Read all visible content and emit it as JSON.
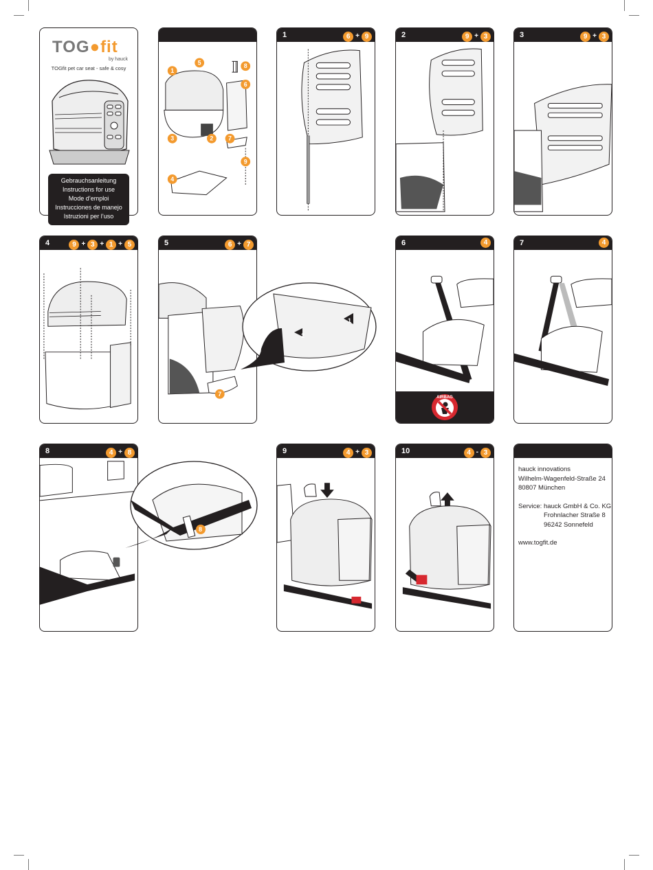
{
  "document": {
    "brand": {
      "logo_left": "TOG",
      "logo_right": "fit",
      "by": "by hauck",
      "tagline": "TOGfit pet car seat - safe & cosy"
    },
    "languages": [
      "Gebrauchsanleitung",
      "Instructions for use",
      "Mode d’emploi",
      "Instrucciones de manejo",
      "Istruzioni per l’uso"
    ],
    "parts_panel": {
      "labels": [
        "1",
        "2",
        "3",
        "4",
        "5",
        "6",
        "7",
        "8",
        "9"
      ]
    },
    "steps": [
      {
        "number": "1",
        "parts": [
          "6",
          "+",
          "9"
        ]
      },
      {
        "number": "2",
        "parts": [
          "9",
          "+",
          "3"
        ]
      },
      {
        "number": "3",
        "parts": [
          "9",
          "+",
          "3"
        ]
      },
      {
        "number": "4",
        "parts": [
          "9",
          "+",
          "3",
          "+",
          "1",
          "+",
          "5"
        ]
      },
      {
        "number": "5",
        "parts": [
          "6",
          "+",
          "7"
        ],
        "callouts": [
          "7",
          "1",
          "2"
        ]
      },
      {
        "number": "6",
        "parts": [
          "4"
        ],
        "warning": "AIRBAG"
      },
      {
        "number": "7",
        "parts": [
          "4"
        ]
      },
      {
        "number": "8",
        "parts": [
          "4",
          "+",
          "8"
        ],
        "callouts": [
          "8"
        ]
      },
      {
        "number": "9",
        "parts": [
          "4",
          "+",
          "3"
        ]
      },
      {
        "number": "10",
        "parts": [
          "4",
          "-",
          "3"
        ]
      }
    ],
    "contact": {
      "company": "hauck innovations",
      "street": "Wilhelm-Wagenfeld-Straße 24",
      "city": "80807 München",
      "service_label": "Service:",
      "service_company": "hauck GmbH & Co. KG",
      "service_street": "Frohnlacher Straße 8",
      "service_city": "96242 Sonnefeld",
      "website": "www.togfit.de"
    },
    "colors": {
      "accent": "#f39a2e",
      "header": "#231f20"
    }
  }
}
